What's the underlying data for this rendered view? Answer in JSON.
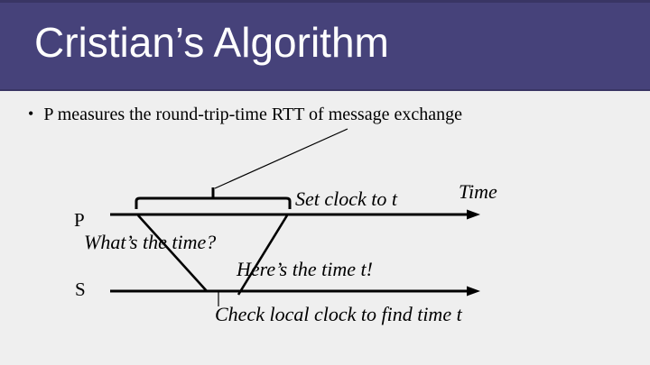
{
  "slide": {
    "title": "Cristian’s Algorithm",
    "bullet": {
      "marker": "•",
      "text": "P measures the round-trip-time RTT of message exchange"
    },
    "diagram": {
      "labels": {
        "p_process": "P",
        "s_process": "S",
        "time_axis": "Time",
        "set_clock": "Set clock to t",
        "whats_the_time": "What’s the time?",
        "heres_the_time": "Here’s the time t!",
        "check_local_clock": "Check local clock to find time t"
      }
    }
  },
  "theme": {
    "header_bg": "#46427a",
    "header_edge": "#393564",
    "title_color": "#ffffff",
    "body_bg": "#efefef",
    "ink": "#000000"
  }
}
